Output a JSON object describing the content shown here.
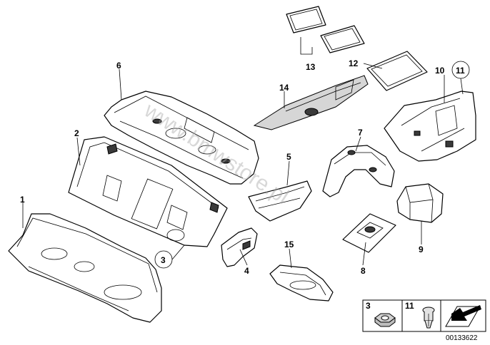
{
  "callouts": {
    "c1": "1",
    "c2": "2",
    "c3": "3",
    "c4": "4",
    "c5": "5",
    "c6": "6",
    "c7": "7",
    "c8": "8",
    "c9": "9",
    "c10": "10",
    "c11": "11",
    "c12": "12",
    "c13": "13",
    "c14": "14",
    "c15": "15"
  },
  "legend": {
    "item_a": "3",
    "item_b": "11"
  },
  "watermark": "www.bmwstore.pl",
  "drawing_number": "00133622"
}
